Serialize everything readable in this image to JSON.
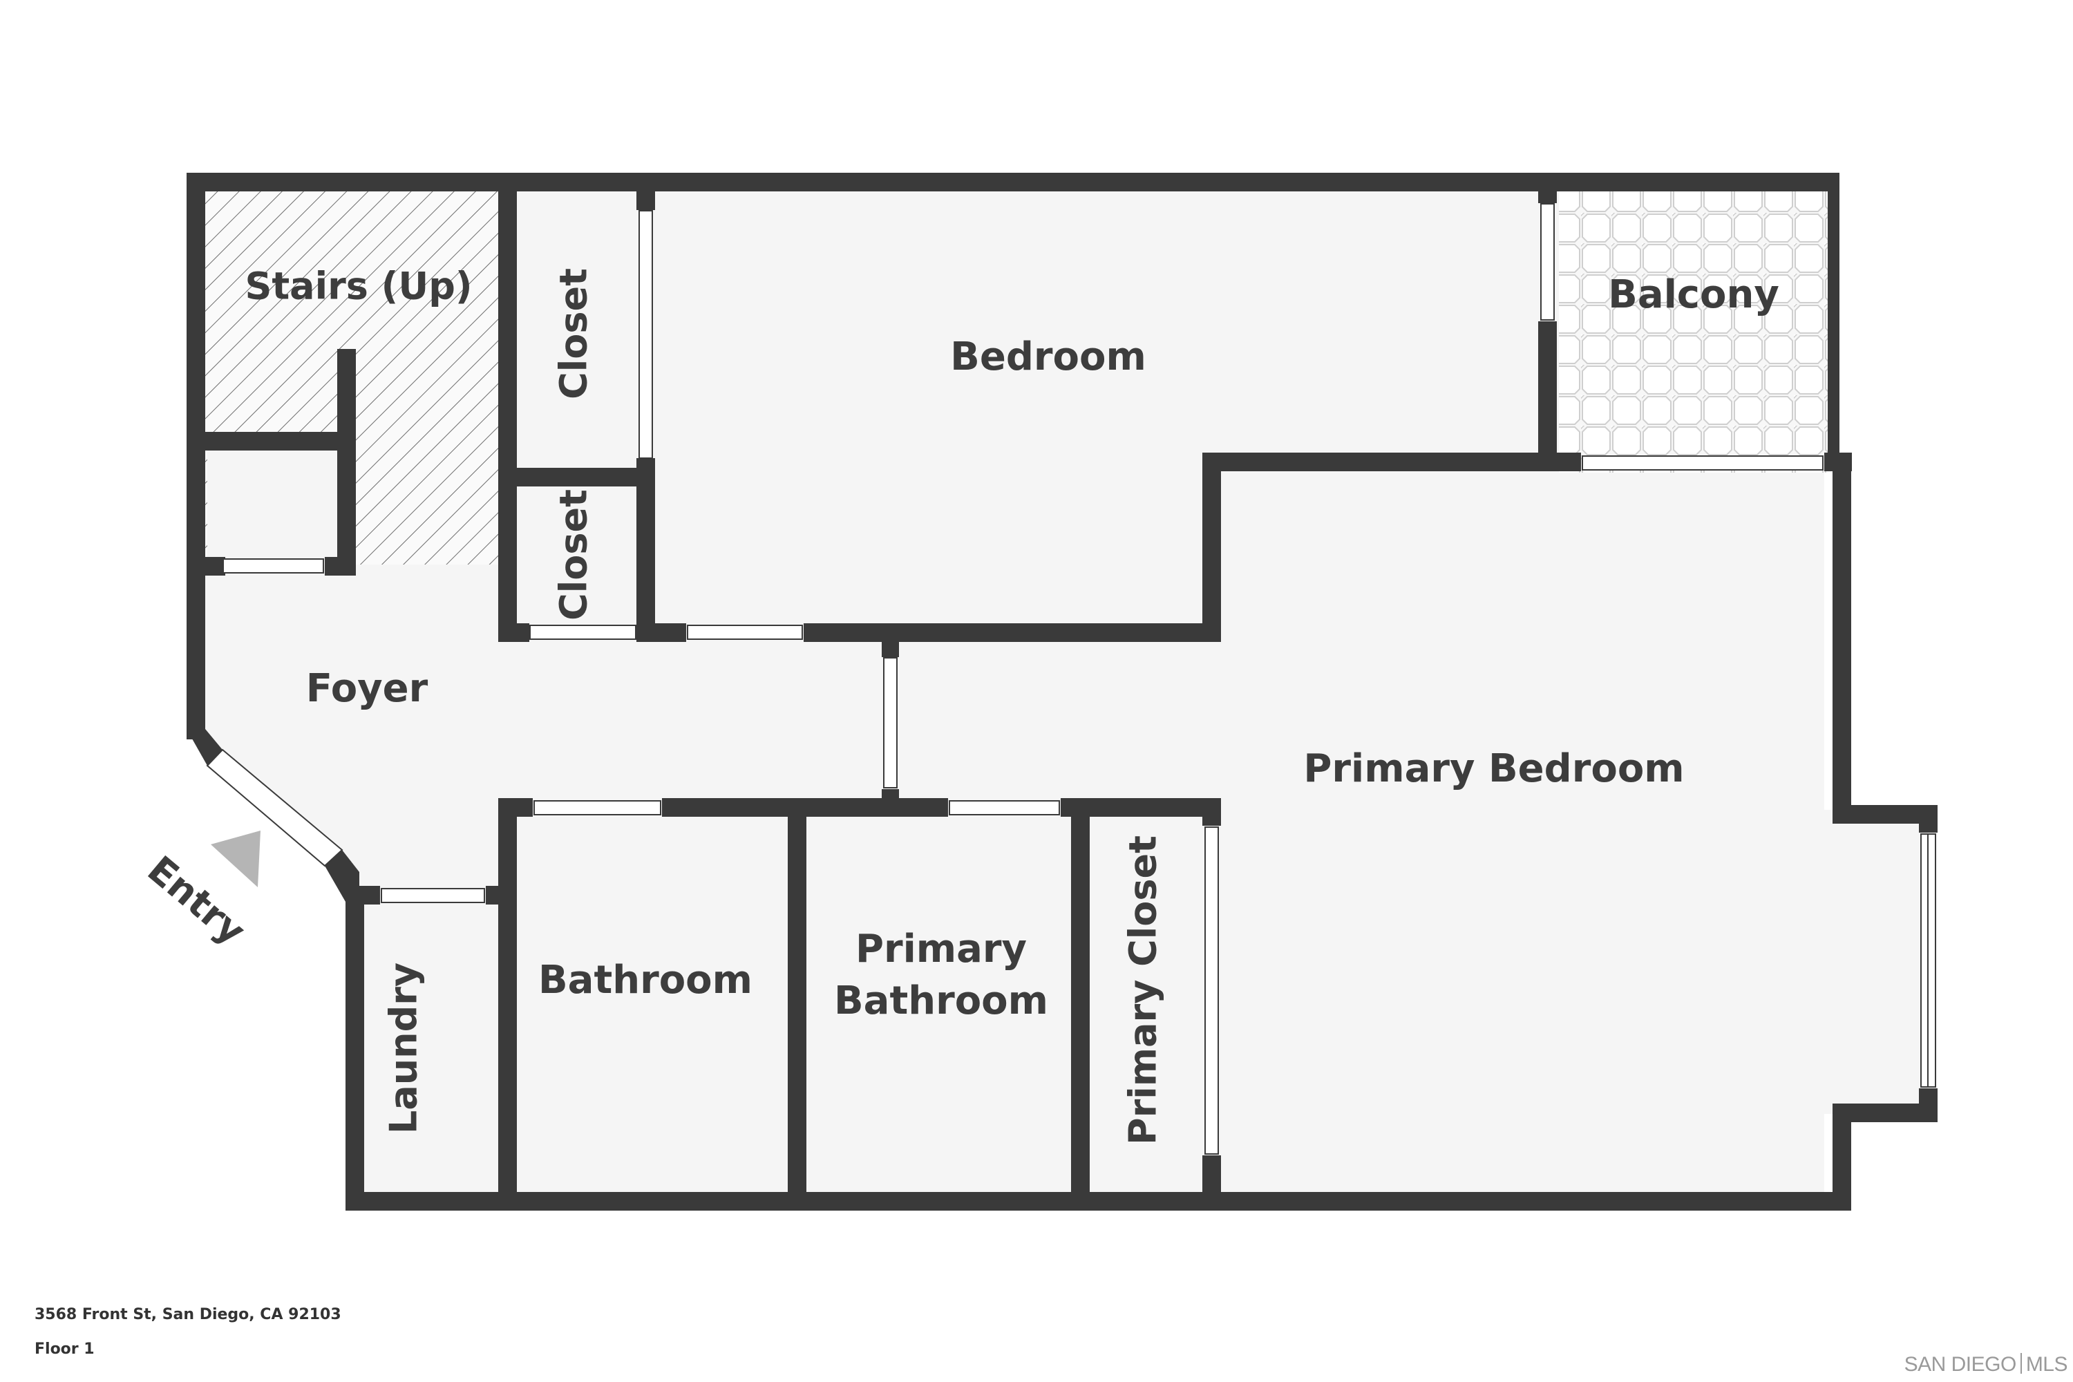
{
  "rooms": {
    "stairs": "Stairs (Up)",
    "closet_top": "Closet",
    "closet_small": "Closet",
    "bedroom": "Bedroom",
    "balcony": "Balcony",
    "foyer": "Foyer",
    "primary_bedroom": "Primary Bedroom",
    "bathroom": "Bathroom",
    "primary_bathroom_line1": "Primary",
    "primary_bathroom_line2": "Bathroom",
    "primary_closet": "Primary Closet",
    "laundry": "Laundry",
    "entry": "Entry"
  },
  "footer": {
    "address": "3568 Front St, San Diego, CA 92103",
    "floor": "Floor 1",
    "brand_left": "SAN DIEGO",
    "brand_right": "MLS"
  },
  "colors": {
    "wall": "#3a3a3a",
    "floor": "#f5f5f5",
    "label": "#3d3d3d",
    "entry_arrow": "#b5b5b5"
  }
}
